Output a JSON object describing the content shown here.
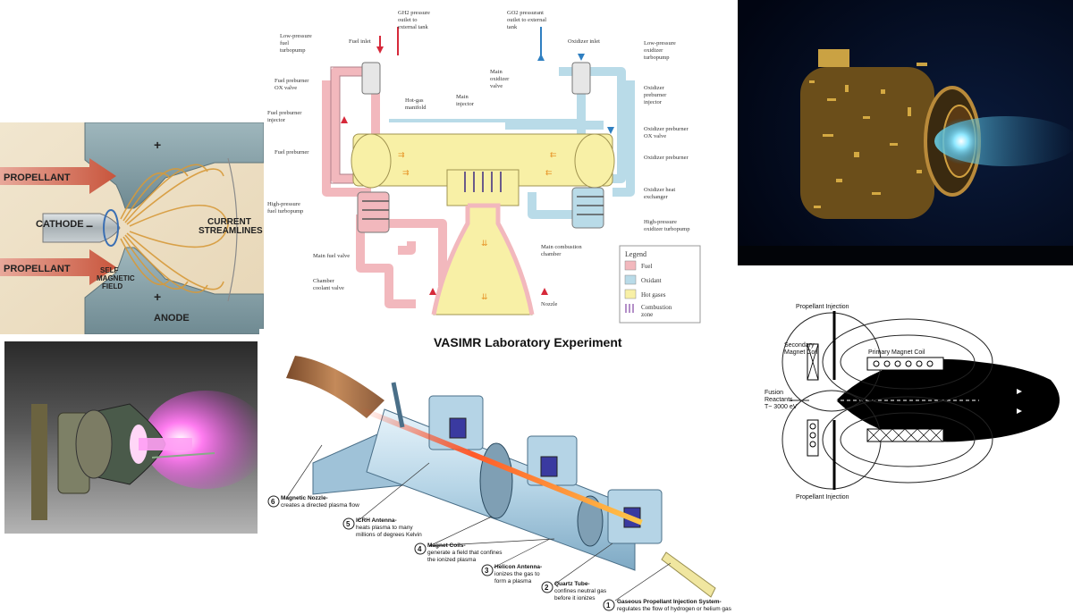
{
  "mpd_thruster": {
    "labels": {
      "propellant_top": "PROPELLANT",
      "cathode": "CATHODE",
      "propellant_bottom": "PROPELLANT",
      "self_field_1": "SELF",
      "self_field_2": "MAGNETIC",
      "self_field_3": "FIELD",
      "current_1": "CURRENT",
      "current_2": "STREAMLINES",
      "anode": "ANODE",
      "plus": "+",
      "minus": "−"
    }
  },
  "staged_engine": {
    "labels": {
      "gh2_1": "GH2 pressure",
      "gh2_2": "outlet to",
      "gh2_3": "external tank",
      "go2_1": "GO2 pressurant",
      "go2_2": "outlet to external",
      "go2_3": "tank",
      "lp_fuel_1": "Low-pressure",
      "lp_fuel_2": "fuel",
      "lp_fuel_3": "turbopump",
      "fuel_inlet": "Fuel inlet",
      "oxidizer_inlet": "Oxidizer inlet",
      "lp_ox_1": "Low-pressure",
      "lp_ox_2": "oxidizer",
      "lp_ox_3": "turbopump",
      "fuel_pre_ox_1": "Fuel preburner",
      "fuel_pre_ox_2": "OX valve",
      "main_ox_valve_1": "Main",
      "main_ox_valve_2": "oxidizer",
      "main_ox_valve_3": "valve",
      "hot_gas_1": "Hot-gas",
      "hot_gas_2": "manifold",
      "main_inj_1": "Main",
      "main_inj_2": "injector",
      "ox_pre_inj_1": "Oxidizer",
      "ox_pre_inj_2": "preburner",
      "ox_pre_inj_3": "injector",
      "fuel_pre_inj_1": "Fuel preburner",
      "fuel_pre_inj_2": "injector",
      "ox_pre_ox_1": "Oxidizer preburner",
      "ox_pre_ox_2": "OX valve",
      "fuel_preburner": "Fuel preburner",
      "oxidizer_preburner": "Oxidizer preburner",
      "hp_fuel_1": "High-pressure",
      "hp_fuel_2": "fuel turbopump",
      "ox_heat_1": "Oxidizer heat",
      "ox_heat_2": "exchanger",
      "hp_ox_1": "High-pressure",
      "hp_ox_2": "oxidizer turbopump",
      "main_fuel_valve": "Main fuel valve",
      "main_comb_1": "Main combustion",
      "main_comb_2": "chamber",
      "chamber_cool_1": "Chamber",
      "chamber_cool_2": "coolant valve",
      "nozzle": "Nozzle"
    },
    "legend": {
      "title": "Legend",
      "items": [
        {
          "label": "Fuel",
          "color": "#f2b8bd"
        },
        {
          "label": "Oxidant",
          "color": "#b9dbe8"
        },
        {
          "label": "Hot gases",
          "color": "#f8f0a6"
        },
        {
          "label": "Combustion",
          "label2": "zone",
          "color": "#9b6bb5"
        }
      ]
    },
    "colors": {
      "fuel": "#f2b8bd",
      "oxidant": "#b9dbe8",
      "hot": "#f8f0a6",
      "fuel_arrow": "#d6293a",
      "ox_arrow": "#2f7fc1",
      "hot_arrow": "#e7962a"
    }
  },
  "vasimr": {
    "title": "VASIMR Laboratory Experiment",
    "callouts": [
      {
        "num": "6",
        "title": "Magnetic Nozzle-",
        "desc1": "creates a directed plasma flow",
        "desc2": ""
      },
      {
        "num": "5",
        "title": "ICRH Antenna-",
        "desc1": "heats plasma to many",
        "desc2": "millions of degrees Kelvin"
      },
      {
        "num": "4",
        "title": "Magnet Coils-",
        "desc1": "generate a field that confines",
        "desc2": "the ionized plasma"
      },
      {
        "num": "3",
        "title": "Helicon Antenna-",
        "desc1": "ionizes the gas to",
        "desc2": "form a plasma"
      },
      {
        "num": "2",
        "title": "Quartz Tube-",
        "desc1": "confines neutral gas",
        "desc2": "before it ionizes"
      },
      {
        "num": "1",
        "title": "Gaseous Propellant Injection System-",
        "desc1": "regulates the flow of hydrogen or helium gas",
        "desc2": ""
      }
    ]
  },
  "fusion_diagram": {
    "labels": {
      "prop_top": "Propellant Injection",
      "secondary_1": "Secondary",
      "secondary_2": "Magnet Coil",
      "primary": "Primary Magnet Coil",
      "fusion_1": "Fusion",
      "fusion_2": "Reactants",
      "fusion_3": "T~ 3000 eV",
      "prop_bottom": "Propellant Injection"
    }
  }
}
